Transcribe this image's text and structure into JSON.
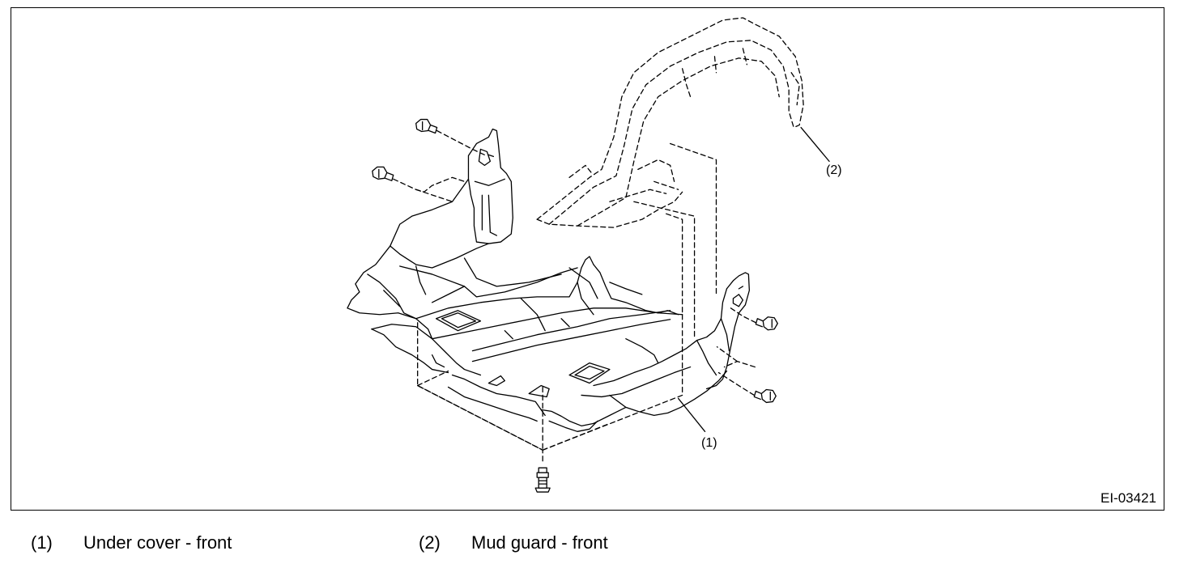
{
  "figure": {
    "id": "EI-03421",
    "callouts": [
      {
        "num": "(1)"
      },
      {
        "num": "(2)"
      }
    ]
  },
  "legend": [
    {
      "num": "(1)",
      "label": "Under cover - front"
    },
    {
      "num": "(2)",
      "label": "Mud guard - front"
    }
  ]
}
